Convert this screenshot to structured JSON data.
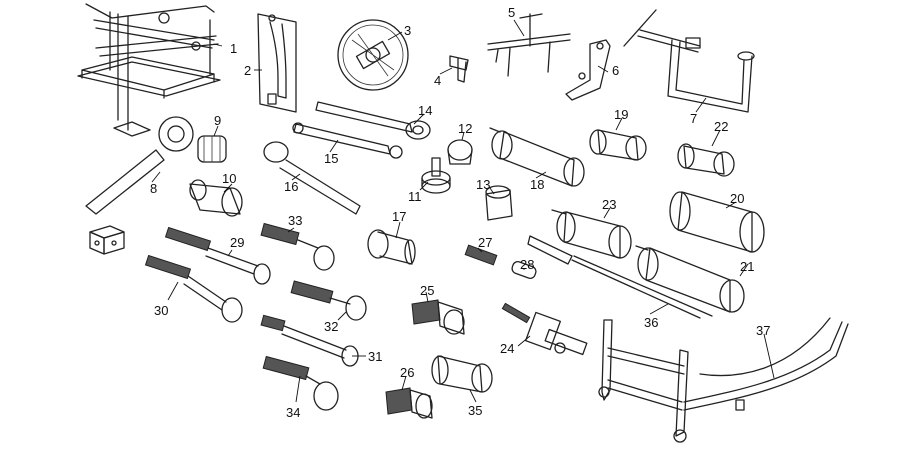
{
  "diagram": {
    "callouts": [
      "1",
      "2",
      "3",
      "4",
      "5",
      "6",
      "7",
      "8",
      "9",
      "10",
      "11",
      "12",
      "13",
      "14",
      "15",
      "16",
      "17",
      "18",
      "19",
      "20",
      "21",
      "22",
      "23",
      "24",
      "25",
      "26",
      "27",
      "28",
      "29",
      "30",
      "31",
      "32",
      "33",
      "34",
      "35",
      "36",
      "37"
    ]
  },
  "colors": {
    "line": "#222222",
    "background": "#ffffff",
    "thread": "#555555"
  }
}
